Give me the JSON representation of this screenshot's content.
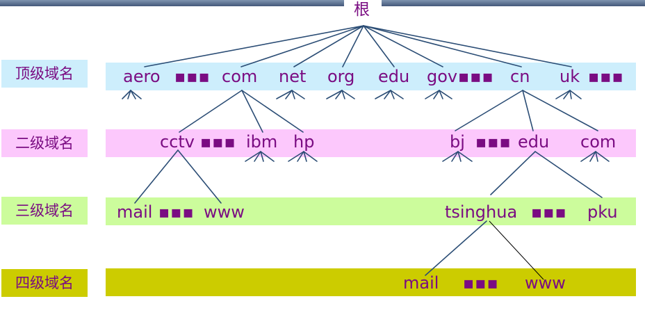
{
  "root": "根",
  "levels": [
    {
      "name": "顶级域名",
      "color": "#cdeefc"
    },
    {
      "name": "二级域名",
      "color": "#fcc8fc"
    },
    {
      "name": "三级域名",
      "color": "#ccfc9c"
    },
    {
      "name": "四级域名",
      "color": "#cccc00"
    }
  ],
  "top_level": [
    "aero",
    "com",
    "net",
    "org",
    "edu",
    "gov",
    "cn",
    "uk"
  ],
  "second_level": [
    "cctv",
    "ibm",
    "hp",
    "bj",
    "edu",
    "com"
  ],
  "third_level": [
    "mail",
    "www",
    "tsinghua",
    "pku"
  ],
  "fourth_level": [
    "mail",
    "www"
  ],
  "ellipsis": "▪▪▪"
}
